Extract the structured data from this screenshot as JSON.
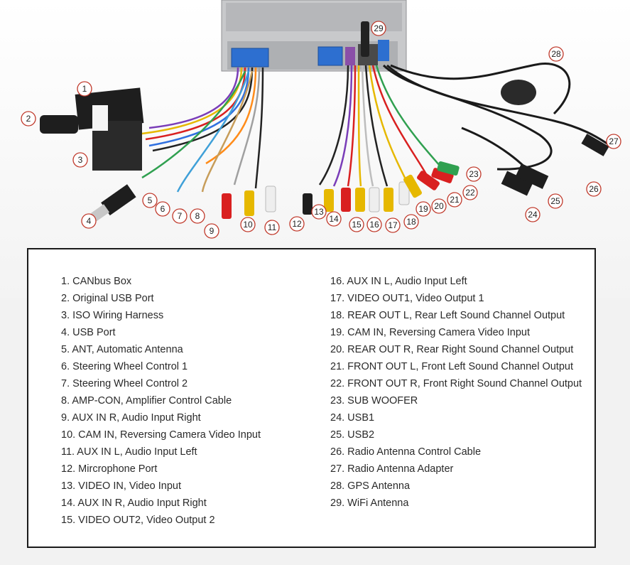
{
  "diagram": {
    "callouts": [
      "1",
      "2",
      "3",
      "4",
      "5",
      "6",
      "7",
      "8",
      "9",
      "10",
      "11",
      "12",
      "13",
      "14",
      "15",
      "16",
      "17",
      "18",
      "19",
      "20",
      "21",
      "22",
      "23",
      "24",
      "25",
      "26",
      "27",
      "28",
      "29"
    ]
  },
  "legend": {
    "left": [
      "1. CANbus Box",
      "2. Original USB Port",
      "3. ISO Wiring Harness",
      "4. USB Port",
      "5. ANT, Automatic Antenna",
      "6. Steering Wheel Control 1",
      "7. Steering Wheel Control 2",
      "8. AMP-CON, Amplifier Control Cable",
      "9. AUX IN R, Audio Input Right",
      "10. CAM IN, Reversing Camera Video Input",
      "11. AUX IN L, Audio Input Left",
      "12. Mircrophone Port",
      "13. VIDEO IN, Video Input",
      "14. AUX IN R, Audio Input Right",
      "15. VIDEO OUT2, Video Output 2"
    ],
    "right": [
      "16. AUX IN L, Audio Input Left",
      "17. VIDEO OUT1, Video Output 1",
      "18. REAR OUT L, Rear Left Sound Channel Output",
      "19. CAM IN, Reversing Camera Video Input",
      "20. REAR OUT R, Rear Right Sound Channel Output",
      "21. FRONT OUT L, Front Left Sound Channel Output",
      "22. FRONT OUT R, Front Right Sound Channel Output",
      "23. SUB WOOFER",
      "24. USB1",
      "25. USB2",
      "26. Radio Antenna Control Cable",
      "27. Radio Antenna Adapter",
      "28. GPS Antenna",
      "29. WiFi Antenna"
    ]
  }
}
